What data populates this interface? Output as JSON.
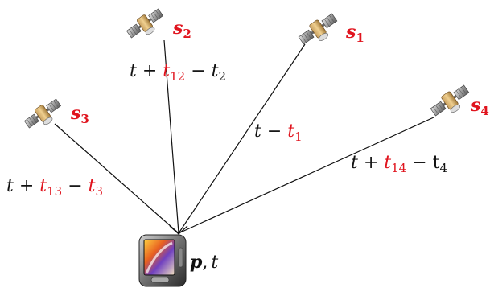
{
  "satellites": [
    {
      "id": "s2",
      "name_base": "s",
      "name_sub": "2"
    },
    {
      "id": "s1",
      "name_base": "s",
      "name_sub": "1"
    },
    {
      "id": "s3",
      "name_base": "s",
      "name_sub": "3"
    },
    {
      "id": "s4",
      "name_base": "s",
      "name_sub": "4"
    }
  ],
  "paths": {
    "s2": {
      "t": "t",
      "plus": " + ",
      "offset_base": "t",
      "offset_sub": "12",
      "minus": " − ",
      "term_base": "t",
      "term_sub": "2"
    },
    "s1": {
      "t": "t",
      "minus": " − ",
      "offset_base": "t",
      "offset_sub": "1"
    },
    "s3": {
      "t": "t",
      "plus": " + ",
      "offset_base": "t",
      "offset_sub": "13",
      "minus": " − ",
      "term_base": "t",
      "term_sub": "3"
    },
    "s4": {
      "t": "t",
      "plus": " + ",
      "offset_base": "t",
      "offset_sub": "14",
      "minus": " − ",
      "term_base": "t",
      "term_sub": "4"
    }
  },
  "receiver": {
    "position": "p",
    "comma": ",",
    "time": "t"
  },
  "colors": {
    "highlight": "#e0141e",
    "text": "#111111",
    "line": "#111111"
  },
  "icons": {
    "satellite": "satellite-icon",
    "receiver": "gps-receiver-icon"
  }
}
